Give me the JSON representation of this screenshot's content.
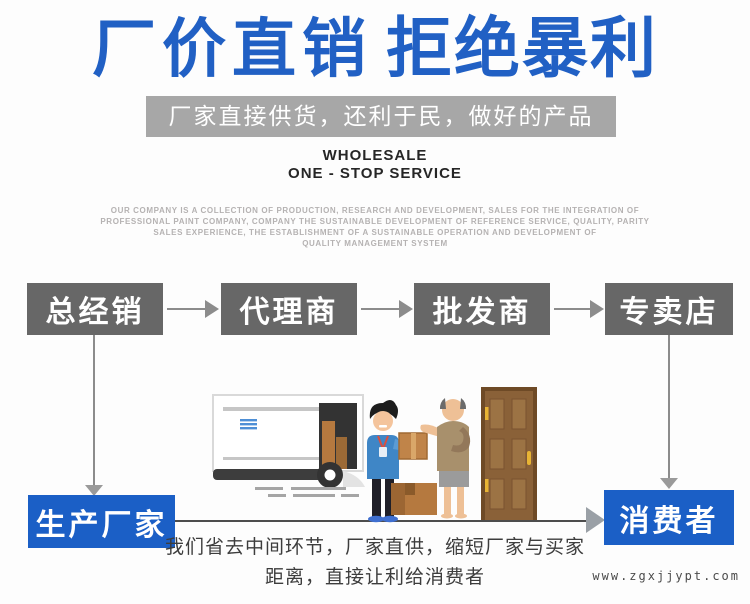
{
  "header": {
    "title_light": "厂价直销",
    "title_bold": "拒绝暴利",
    "banner": "厂家直接供货，还利于民，做好的产品"
  },
  "intro": {
    "heading": "WHOLESALE",
    "subheading": "ONE - STOP SERVICE",
    "description_lines": [
      "OUR COMPANY IS A COLLECTION OF PRODUCTION, RESEARCH AND DEVELOPMENT, SALES FOR THE INTEGRATION OF",
      "PROFESSIONAL PAINT COMPANY, COMPANY THE SUSTAINABLE DEVELOPMENT OF REFERENCE SERVICE, QUALITY, PARITY",
      "SALES EXPERIENCE, THE ESTABLISHMENT OF A SUSTAINABLE OPERATION AND DEVELOPMENT OF",
      "QUALITY MANAGEMENT SYSTEM"
    ]
  },
  "flow": {
    "stages": [
      {
        "label": "总经销"
      },
      {
        "label": "代理商"
      },
      {
        "label": "批发商"
      },
      {
        "label": "专卖店"
      }
    ]
  },
  "direct_channel": {
    "producer_label": "生产厂家",
    "consumer_label": "消费者",
    "note_lines": [
      "我们省去中间环节，厂家直供，缩短厂家与买家",
      "距离，直接让利给消费者"
    ]
  },
  "watermark": "www.zgxjjypt.com",
  "colors": {
    "title_blue": "#2160c4",
    "banner_gray": "#a7a7a7",
    "stage_box_gray": "#676767",
    "direct_box_blue": "#1b5fc6",
    "arrow_gray": "#8c8c8c"
  }
}
